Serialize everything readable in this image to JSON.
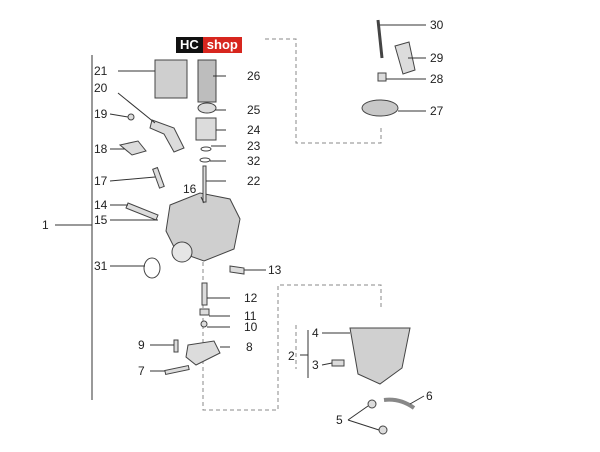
{
  "logo": {
    "part1": "HC",
    "part2": "shop"
  },
  "colors": {
    "line": "#333333",
    "dash": "#777777",
    "part_fill": "#d8d8d8",
    "part_dark": "#555555",
    "logo_red": "#d7261e"
  },
  "callouts": [
    "1",
    "2",
    "3",
    "4",
    "5",
    "6",
    "7",
    "8",
    "9",
    "10",
    "11",
    "12",
    "13",
    "14",
    "15",
    "16",
    "17",
    "18",
    "19",
    "20",
    "21",
    "22",
    "23",
    "24",
    "25",
    "26",
    "27",
    "28",
    "29",
    "30",
    "31",
    "32"
  ]
}
